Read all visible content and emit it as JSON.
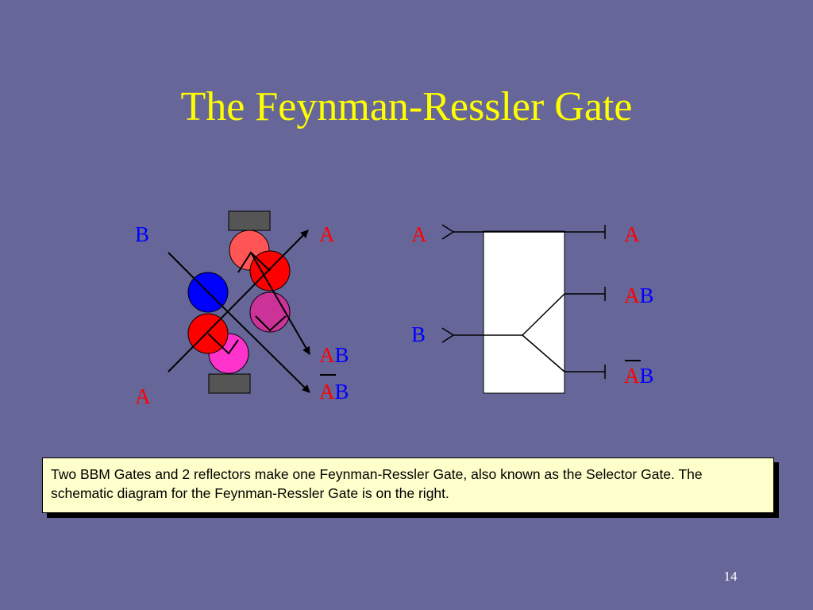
{
  "slide": {
    "title": "The Feynman-Ressler Gate",
    "page_number": "14"
  },
  "colors": {
    "background": "#666699",
    "title": "#FFFF00",
    "label_red": "#FF0000",
    "label_blue": "#0000FF",
    "caption_bg": "#FFFFCC",
    "ball_red": "#FF0000",
    "ball_salmon": "#FF5555",
    "ball_blue": "#0000FF",
    "ball_magenta": "#CC3399",
    "ball_pink": "#FF33CC",
    "reflector": "#555555"
  },
  "left_diagram": {
    "input_b": "B",
    "input_a": "A",
    "output_a": "A",
    "output_and": {
      "left": "A",
      "op": "",
      "right": "B"
    },
    "output_and_not": {
      "left": "A",
      "op": "",
      "right": "B"
    }
  },
  "right_diagram": {
    "input_a": "A",
    "input_b": "B",
    "output_a": "A",
    "output_and": {
      "left": "A",
      "op": "",
      "right": "B"
    },
    "output_and_not": {
      "left": "A",
      "op": "",
      "right": "B"
    }
  },
  "caption": {
    "text": "Two BBM Gates and 2 reflectors make one Feynman-Ressler Gate, also known as the Selector Gate.  The schematic diagram for the Feynman-Ressler Gate is on the right."
  }
}
